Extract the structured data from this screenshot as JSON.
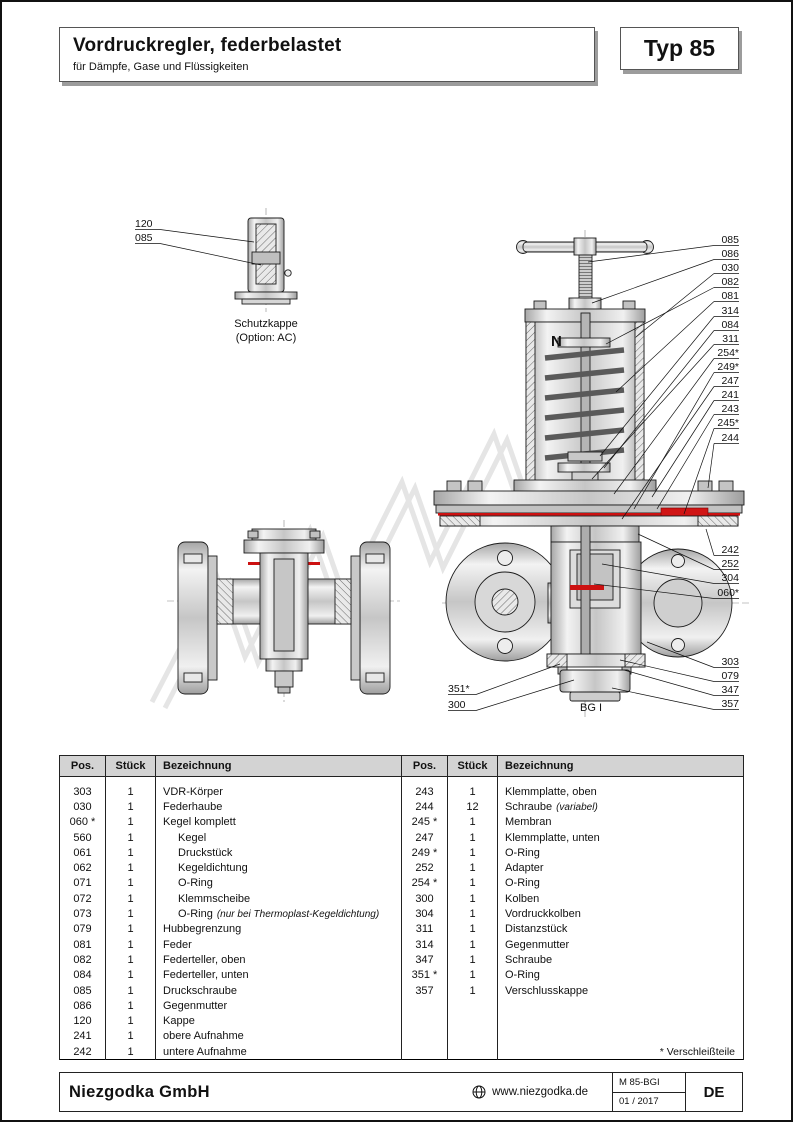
{
  "header": {
    "title": "Vordruckregler, federbelastet",
    "subtitle": "für Dämpfe, Gase und Flüssigkeiten",
    "type_label": "Typ 85"
  },
  "drawing": {
    "schutzkappe_caption": "Schutzkappe",
    "schutzkappe_option": "(Option: AC)",
    "schutzkappe_labels": [
      "120",
      "085"
    ],
    "logo": "N",
    "callouts_right_top": [
      "085",
      "086",
      "030",
      "082",
      "081",
      "314",
      "084",
      "311",
      "254*",
      "249*",
      "247",
      "241",
      "243",
      "245*",
      "244"
    ],
    "callouts_right_mid": [
      "242",
      "252",
      "304",
      "060*"
    ],
    "callouts_right_bottom": [
      "303",
      "079",
      "347",
      "357"
    ],
    "callouts_left": [
      "351*",
      "300"
    ],
    "bg_label": "BG I"
  },
  "table": {
    "headers": {
      "pos": "Pos.",
      "qty": "Stück",
      "name": "Bezeichnung"
    },
    "left_rows": [
      {
        "pos": "303",
        "qty": "1",
        "name": "VDR-Körper"
      },
      {
        "pos": "030",
        "qty": "1",
        "name": "Federhaube"
      },
      {
        "pos": "060 *",
        "qty": "1",
        "name": "Kegel komplett"
      },
      {
        "pos": "560",
        "qty": "1",
        "name": "Kegel"
      },
      {
        "pos": "061",
        "qty": "1",
        "name": "Druckstück"
      },
      {
        "pos": "062",
        "qty": "1",
        "name": "Kegeldichtung"
      },
      {
        "pos": "071",
        "qty": "1",
        "name": "O-Ring"
      },
      {
        "pos": "072",
        "qty": "1",
        "name": "Klemmscheibe"
      },
      {
        "pos": "073",
        "qty": "1",
        "name": "O-Ring",
        "note": "(nur bei Thermoplast-Kegeldichtung)"
      },
      {
        "pos": "079",
        "qty": "1",
        "name": "Hubbegrenzung"
      },
      {
        "pos": "081",
        "qty": "1",
        "name": "Feder"
      },
      {
        "pos": "082",
        "qty": "1",
        "name": "Federteller, oben"
      },
      {
        "pos": "084",
        "qty": "1",
        "name": "Federteller, unten"
      },
      {
        "pos": "085",
        "qty": "1",
        "name": "Druckschraube"
      },
      {
        "pos": "086",
        "qty": "1",
        "name": "Gegenmutter"
      },
      {
        "pos": "120",
        "qty": "1",
        "name": "Kappe"
      },
      {
        "pos": "241",
        "qty": "1",
        "name": "obere Aufnahme"
      },
      {
        "pos": "242",
        "qty": "1",
        "name": "untere Aufnahme"
      }
    ],
    "right_rows": [
      {
        "pos": "243",
        "qty": "1",
        "name": "Klemmplatte, oben"
      },
      {
        "pos": "244",
        "qty": "12",
        "name": "Schraube",
        "note": "(variabel)"
      },
      {
        "pos": "245 *",
        "qty": "1",
        "name": "Membran"
      },
      {
        "pos": "247",
        "qty": "1",
        "name": "Klemmplatte, unten"
      },
      {
        "pos": "249 *",
        "qty": "1",
        "name": "O-Ring"
      },
      {
        "pos": "252",
        "qty": "1",
        "name": "Adapter"
      },
      {
        "pos": "254 *",
        "qty": "1",
        "name": "O-Ring"
      },
      {
        "pos": "300",
        "qty": "1",
        "name": "Kolben"
      },
      {
        "pos": "304",
        "qty": "1",
        "name": "Vordruckkolben"
      },
      {
        "pos": "311",
        "qty": "1",
        "name": "Distanzstück"
      },
      {
        "pos": "314",
        "qty": "1",
        "name": "Gegenmutter"
      },
      {
        "pos": "347",
        "qty": "1",
        "name": "Schraube"
      },
      {
        "pos": "351 *",
        "qty": "1",
        "name": "O-Ring"
      },
      {
        "pos": "357",
        "qty": "1",
        "name": "Verschlusskappe"
      }
    ],
    "footnote": "* Verschleißteile"
  },
  "footer": {
    "company": "Niezgodka GmbH",
    "website": "www.niezgodka.de",
    "doc_code": "M 85-BGI",
    "date": "01 / 2017",
    "lang": "DE"
  }
}
